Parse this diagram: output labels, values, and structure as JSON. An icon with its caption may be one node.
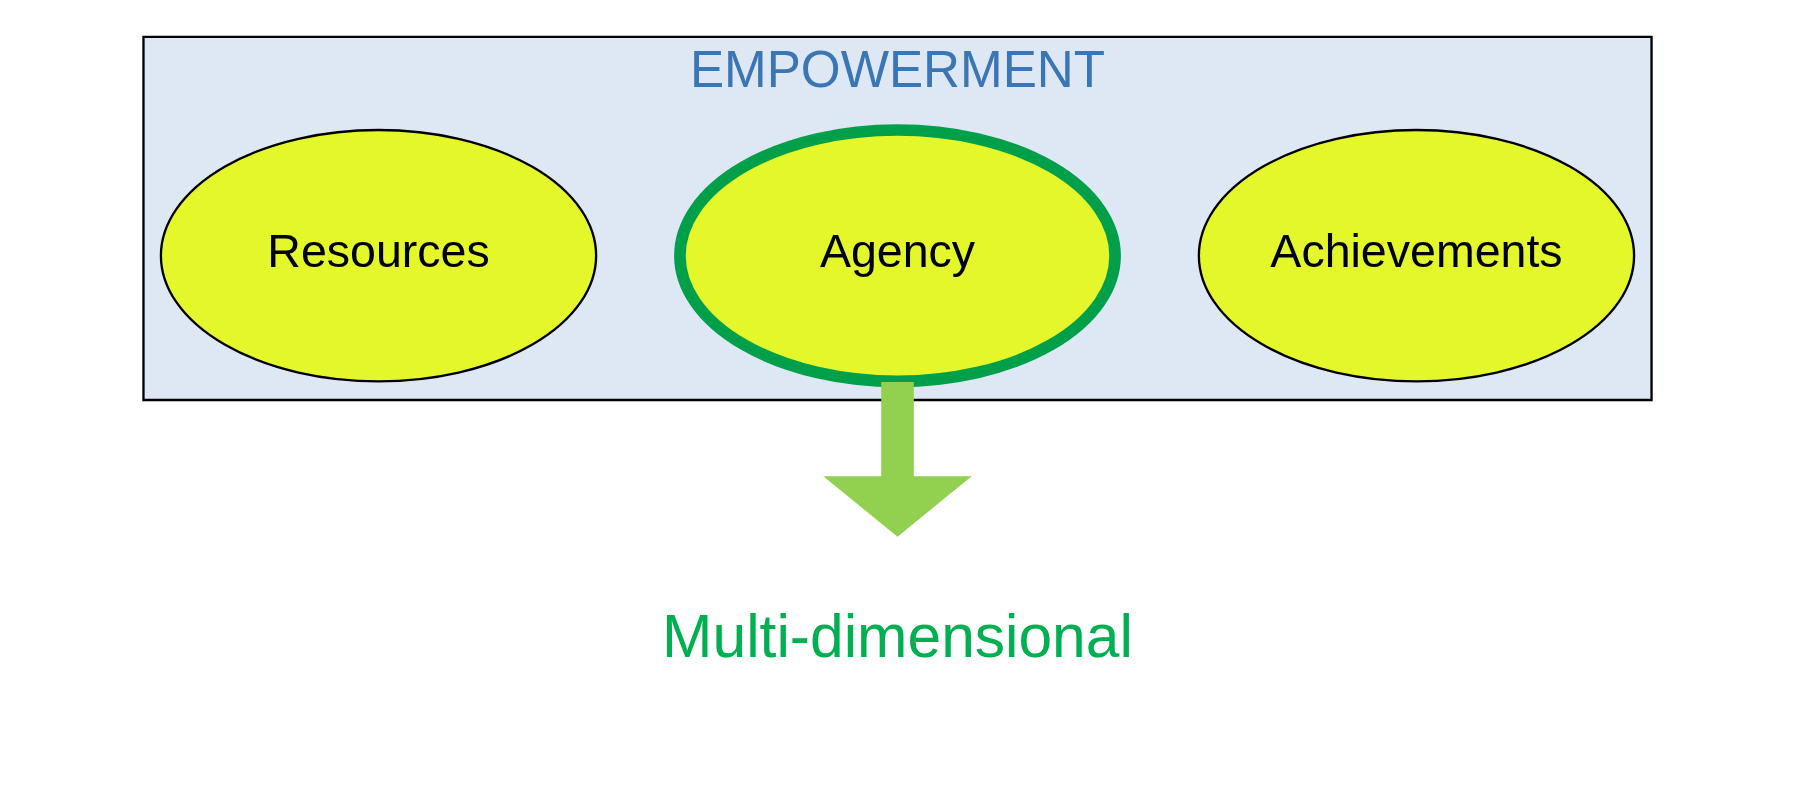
{
  "diagram": {
    "nodes": [
      {
        "text": [
          "EMPOWERMENT"
        ]
      },
      {
        "text": [
          "Resources"
        ],
        "in": 0
      },
      {
        "text": [
          "Agency"
        ],
        "in": 0
      },
      {
        "text": [
          "Achievements"
        ],
        "in": 0
      },
      {
        "text": [
          "Multi-dimensional"
        ]
      }
    ],
    "edges": [
      {
        "from": 2,
        "to": 4,
        "arrow": "to",
        "color": "#92d050"
      }
    ]
  }
}
